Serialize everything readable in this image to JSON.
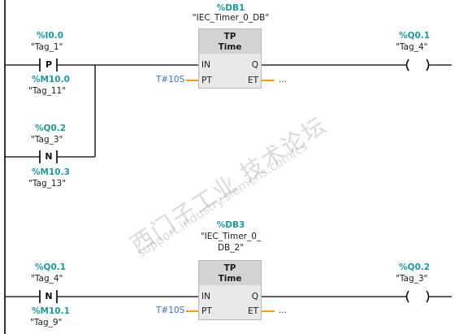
{
  "network1": {
    "timer_db": {
      "addr": "%DB1",
      "name": "\"IEC_Timer_0_DB\""
    },
    "block": {
      "type": "TP",
      "subtype": "Time",
      "pin_in": "IN",
      "pin_pt": "PT",
      "pin_q": "Q",
      "pin_et": "ET"
    },
    "pt_value": "T#10S",
    "et_value": "...",
    "contact1": {
      "addr": "%I0.0",
      "tag": "\"Tag_1\"",
      "symbol": "P",
      "edge_addr": "%M10.0",
      "edge_tag": "\"Tag_11\""
    },
    "contact2": {
      "addr": "%Q0.2",
      "tag": "\"Tag_3\"",
      "symbol": "N",
      "edge_addr": "%M10.3",
      "edge_tag": "\"Tag_13\""
    },
    "coil": {
      "addr": "%Q0.1",
      "tag": "\"Tag_4\"",
      "symbol": "( )"
    }
  },
  "network2": {
    "timer_db": {
      "addr": "%DB3",
      "name": "\"IEC_Timer_0_\nDB_2\""
    },
    "block": {
      "type": "TP",
      "subtype": "Time",
      "pin_in": "IN",
      "pin_pt": "PT",
      "pin_q": "Q",
      "pin_et": "ET"
    },
    "pt_value": "T#10S",
    "et_value": "...",
    "contact1": {
      "addr": "%Q0.1",
      "tag": "\"Tag_4\"",
      "symbol": "N",
      "edge_addr": "%M10.1",
      "edge_tag": "\"Tag_9\""
    },
    "coil": {
      "addr": "%Q0.2",
      "tag": "\"Tag_3\"",
      "symbol": "( )"
    }
  },
  "watermark": {
    "line1": "西门子工业   技术论坛",
    "line2": "support.industry.siemens.com/cs"
  },
  "colors": {
    "address": "#1a9aa0",
    "constant": "#3c6fc7",
    "wire": "#000000",
    "unconnected": "#f0a000"
  }
}
